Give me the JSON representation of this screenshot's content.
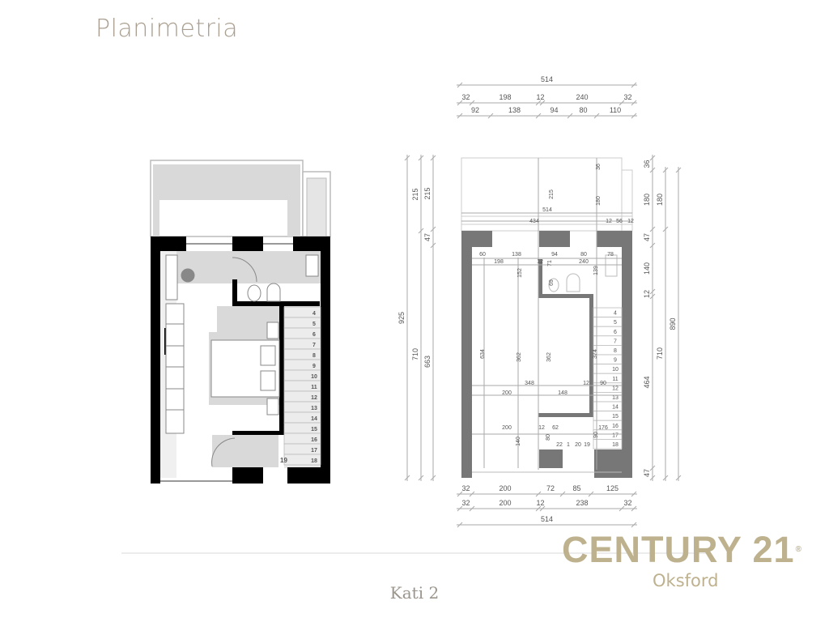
{
  "header": {
    "title": "Planimetria"
  },
  "footer": {
    "floor_label": "Kati 2"
  },
  "logo": {
    "brand": "CENTURY 21",
    "registered": "®",
    "office": "Oksford",
    "color": "#beb18e"
  },
  "colors": {
    "wall_furnished": "#000000",
    "wall_dimensioned": "#777777",
    "floor_shade": "#d9d9d9",
    "title": "#aa9f90"
  },
  "furnished_plan": {
    "stair_steps": [
      "4",
      "5",
      "6",
      "7",
      "8",
      "9",
      "10",
      "11",
      "12",
      "13",
      "14",
      "15",
      "16",
      "17",
      "18"
    ],
    "landing_label": "19"
  },
  "dimension_plan": {
    "top_dimensions": {
      "overall": [
        "514"
      ],
      "row2": [
        "32",
        "198",
        "12",
        "240",
        "32"
      ],
      "row3": [
        "92",
        "138",
        "94",
        "80",
        "110"
      ]
    },
    "bottom_dimensions": {
      "row1": [
        "32",
        "200",
        "72",
        "85",
        "125"
      ],
      "row2": [
        "32",
        "200",
        "12",
        "238",
        "32"
      ],
      "overall": [
        "514"
      ]
    },
    "left_dimensions": {
      "overall": [
        "925"
      ],
      "col2": [
        "215",
        "710"
      ],
      "col3": [
        "215",
        "47",
        "663"
      ]
    },
    "right_dimensions": {
      "col1": [
        "36",
        "180",
        "47",
        "140",
        "12",
        "464",
        "47"
      ],
      "col2": [
        "180",
        "710"
      ],
      "overall": [
        "890"
      ]
    },
    "interior_labels": [
      "215",
      "180",
      "36",
      "514",
      "434",
      "12",
      "56",
      "12",
      "60",
      "138",
      "94",
      "80",
      "78",
      "198",
      "12",
      "240",
      "71",
      "152",
      "139",
      "69",
      "634",
      "362",
      "362",
      "374",
      "348",
      "12",
      "90",
      "200",
      "148",
      "200",
      "12",
      "62",
      "176",
      "140",
      "80",
      "90",
      "22",
      "1",
      "20",
      "19"
    ],
    "stair_steps": [
      "4",
      "5",
      "6",
      "7",
      "8",
      "9",
      "10",
      "11",
      "12",
      "13",
      "14",
      "15",
      "16",
      "17",
      "18"
    ]
  }
}
